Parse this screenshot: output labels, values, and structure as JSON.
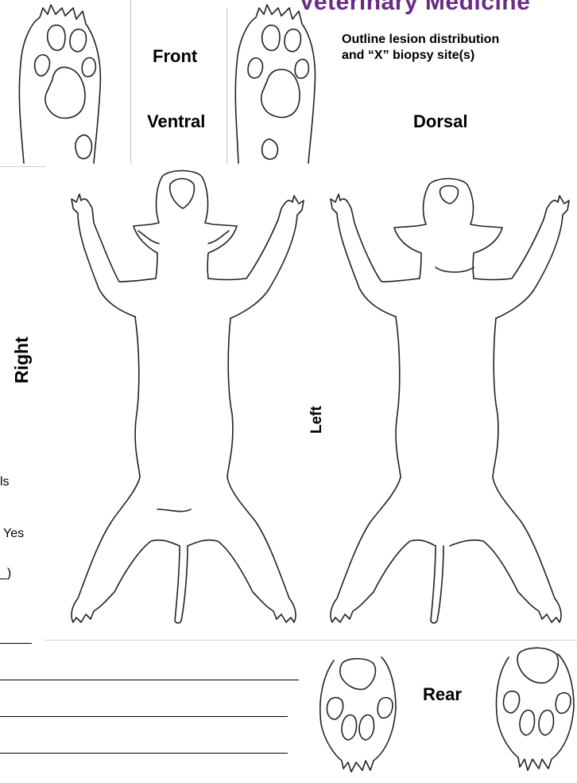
{
  "header": {
    "title": "Veterinary Medicine",
    "title_color": "#6a2a87"
  },
  "labels": {
    "front": "Front",
    "ventral": "Ventral",
    "instructions_line1": "Outline lesion distribution",
    "instructions_line2": "and “X” biopsy site(s)",
    "dorsal": "Dorsal",
    "right": "Right",
    "left": "Left",
    "rear": "Rear"
  },
  "left_column_fragments": {
    "line1": "ls",
    "line2": "Yes",
    "line3": "_)"
  },
  "icons": [
    "front-paw-ventral-icon",
    "front-paw-dorsal-icon",
    "dog-ventral-outline",
    "dog-dorsal-outline",
    "rear-paw-ventral-icon",
    "rear-paw-dorsal-icon"
  ]
}
